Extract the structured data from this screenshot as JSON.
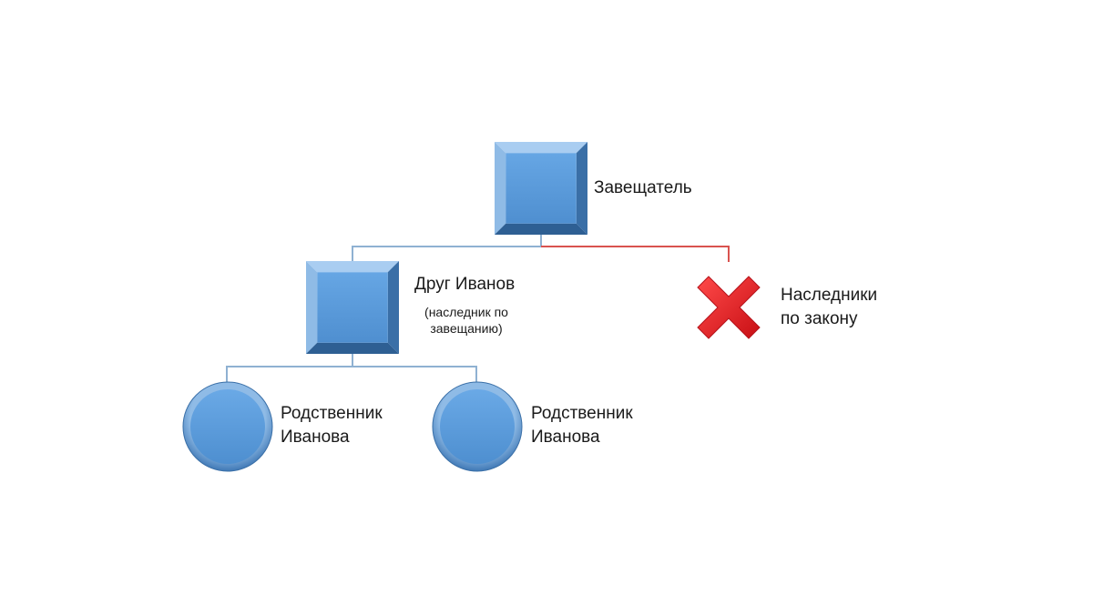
{
  "colors": {
    "accent": "#5b9bd5",
    "connector_blue": "#8fb1d2",
    "connector_red": "#d9534f",
    "cross_red": "#e0191e"
  },
  "nodes": {
    "testator": {
      "label": "Завещатель",
      "shape": "bevel-square"
    },
    "friend": {
      "label": "Друг Иванов",
      "sub_line1": "(наследник по",
      "sub_line2": "завещанию)",
      "shape": "bevel-square"
    },
    "heirs_by_law": {
      "label_line1": "Наследники",
      "label_line2": "по закону",
      "icon": "cross-icon"
    },
    "relative_1": {
      "label_line1": "Родственник",
      "label_line2": "Иванова",
      "shape": "circle"
    },
    "relative_2": {
      "label_line1": "Родственник",
      "label_line2": "Иванова",
      "shape": "circle"
    }
  }
}
